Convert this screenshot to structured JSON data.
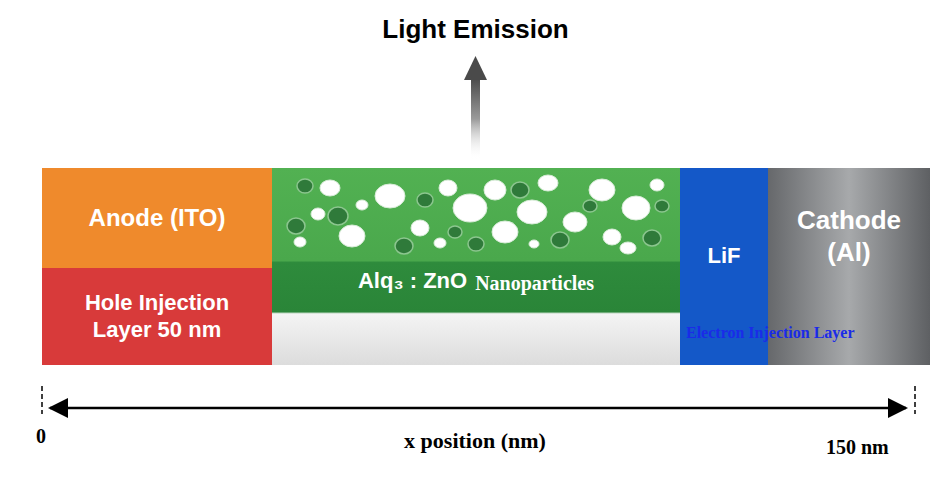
{
  "diagram": {
    "title": "Light Emission",
    "nodes": [
      {
        "text": [
          "Anode (ITO)"
        ]
      },
      {
        "text": [
          "Hole Injection Layer 50 nm"
        ]
      },
      {
        "text": [
          "Alq₃ : ZnO",
          "Nanoparticles"
        ]
      },
      {
        "text": [
          "LiF",
          "Electron Injection Layer"
        ]
      },
      {
        "text": [
          "Cathode (Al)"
        ]
      }
    ],
    "labels": [
      "0",
      "x position (nm)",
      "150 nm"
    ]
  }
}
